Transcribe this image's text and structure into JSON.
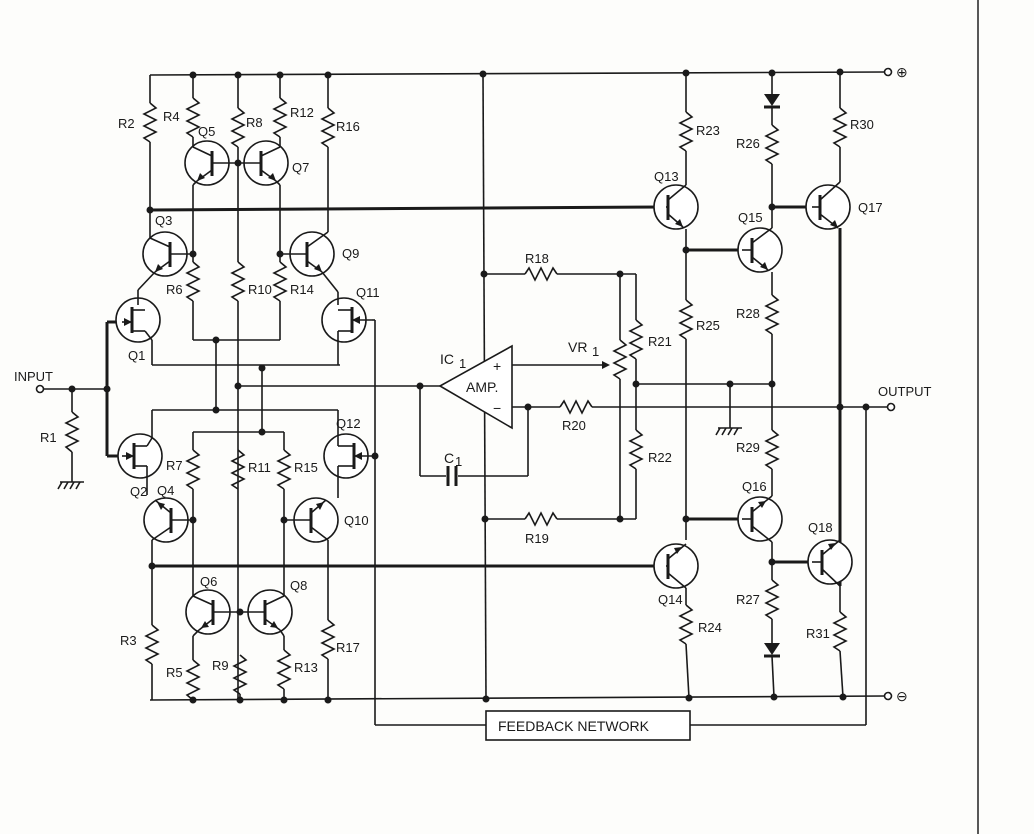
{
  "labels": {
    "input": "INPUT",
    "output": "OUTPUT",
    "plus_terminal": "⊕",
    "minus_terminal": "⊖",
    "ic": "IC",
    "ic_sub": "1",
    "amp": "AMP.",
    "opamp_plus": "+",
    "opamp_minus": "−",
    "vr": "VR",
    "vr_sub": "1",
    "capacitor": "C",
    "capacitor_sub": "1",
    "feedback": "FEEDBACK NETWORK"
  },
  "transistors": {
    "q1": "Q1",
    "q2": "Q2",
    "q3": "Q3",
    "q4": "Q4",
    "q5": "Q5",
    "q6": "Q6",
    "q7": "Q7",
    "q8": "Q8",
    "q9": "Q9",
    "q10": "Q10",
    "q11": "Q11",
    "q12": "Q12",
    "q13": "Q13",
    "q14": "Q14",
    "q15": "Q15",
    "q16": "Q16",
    "q17": "Q17",
    "q18": "Q18"
  },
  "resistors": {
    "r1": "R1",
    "r2": "R2",
    "r3": "R3",
    "r4": "R4",
    "r5": "R5",
    "r6": "R6",
    "r7": "R7",
    "r8": "R8",
    "r9": "R9",
    "r10": "R10",
    "r11": "R11",
    "r12": "R12",
    "r13": "R13",
    "r14": "R14",
    "r15": "R15",
    "r16": "R16",
    "r17": "R17",
    "r18": "R18",
    "r19": "R19",
    "r20": "R20",
    "r21": "R21",
    "r22": "R22",
    "r23": "R23",
    "r24": "R24",
    "r25": "R25",
    "r26": "R26",
    "r27": "R27",
    "r28": "R28",
    "r29": "R29",
    "r30": "R30",
    "r31": "R31"
  }
}
